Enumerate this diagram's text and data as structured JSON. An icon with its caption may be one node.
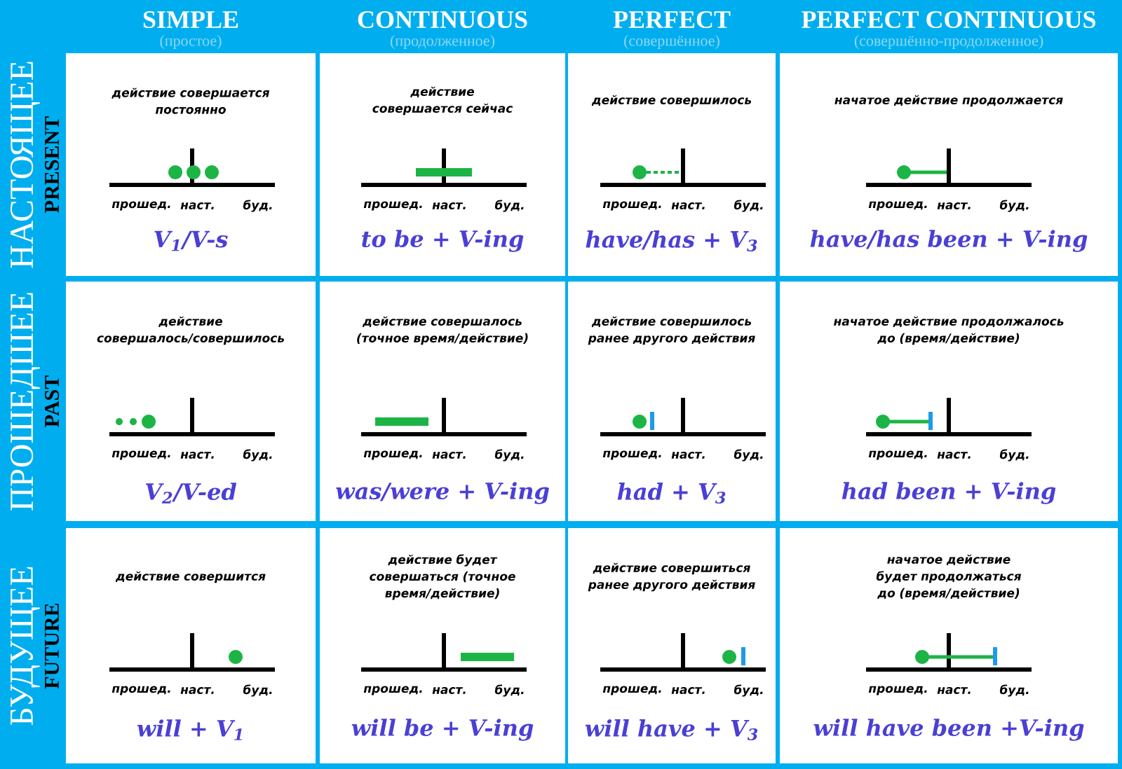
{
  "diagram": {
    "nodes": [
      {
        "text": [
          "действие совершается постоянно",
          "прошед.",
          "наст.",
          "буд.",
          "V$_{1}$/V-s"
        ]
      },
      {
        "text": [
          "действие совершается сейчас",
          "прошед.",
          "наст.",
          "буд.",
          "to be + V-ing"
        ]
      },
      {
        "text": [
          "действие совершилось",
          "прошед.",
          "наст.",
          "буд.",
          "have/has + V$_{3}$"
        ]
      },
      {
        "text": [
          "начатое действие продолжается",
          "прошед.",
          "наст.",
          "буд.",
          "have/has been + V-ing"
        ]
      },
      {
        "text": [
          "действие совершалось/совершилось",
          "прошед.",
          "наст.",
          "буд.",
          "V$_{2}$/V-ed"
        ]
      },
      {
        "text": [
          "действие совершалось (точное время/действие)",
          "прошед.",
          "наст.",
          "буд.",
          "was/were + V-ing"
        ]
      },
      {
        "text": [
          "действие совершилось ранее другого действия",
          "прошед.",
          "наст.",
          "буд.",
          "had + V$_{3}$"
        ]
      },
      {
        "text": [
          "начатое действие продолжалось до (время/действие)",
          "прошед.",
          "наст.",
          "буд.",
          "had been + V-ing"
        ]
      },
      {
        "text": [
          "действие совершится",
          "прошед.",
          "наст.",
          "буд.",
          "will + V$_{1}$"
        ]
      },
      {
        "text": [
          "действие будет совершаться (точное время/действие)",
          "прошед.",
          "наст.",
          "буд.",
          "will be + V-ing"
        ]
      },
      {
        "text": [
          "действие совершиться ранее другого действия",
          "прошед.",
          "наст.",
          "буд.",
          "will have + V$_{3}$"
        ]
      },
      {
        "text": [
          "начатое действие будет продолжаться до (время/действие)",
          "прошед.",
          "наст.",
          "буд.",
          "will have been +V-ing"
        ]
      }
    ],
    "labels": [
      "SIMPLE",
      "(простое)",
      "CONTINUOUS",
      "(продолженное)",
      "PERFECT",
      "(совершённое)",
      "PERFECT CONTINUOUS",
      "(совершённо-продолженное)",
      "НАСТОЯЩЕЕ",
      "PRESENT",
      "ПРОШЕДШЕЕ",
      "PAST",
      "БУДУЩЕЕ",
      "FUTURE"
    ]
  }
}
